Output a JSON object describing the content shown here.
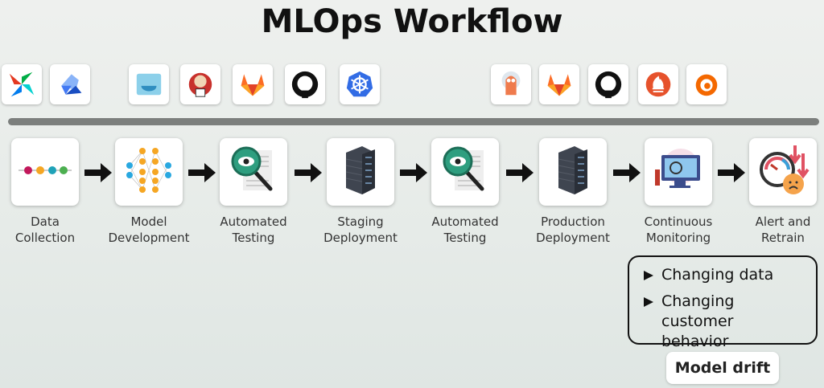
{
  "title": "MLOps Workflow",
  "tools_left": [
    "airflow-icon",
    "kubeflow-icon",
    "docker-icon",
    "jenkins-icon",
    "gitlab-icon",
    "github-icon",
    "kubernetes-icon"
  ],
  "tools_right": [
    "argo-icon",
    "gitlab-icon",
    "github-icon",
    "prometheus-icon",
    "grafana-icon"
  ],
  "steps": [
    {
      "line1": "Data",
      "line2": "Collection",
      "icon": "pipeline-icon"
    },
    {
      "line1": "Model",
      "line2": "Development",
      "icon": "neural-network-icon"
    },
    {
      "line1": "Automated",
      "line2": "Testing",
      "icon": "magnifier-icon"
    },
    {
      "line1": "Staging",
      "line2": "Deployment",
      "icon": "server-icon"
    },
    {
      "line1": "Automated",
      "line2": "Testing",
      "icon": "magnifier-icon"
    },
    {
      "line1": "Production",
      "line2": "Deployment",
      "icon": "server-icon"
    },
    {
      "line1": "Continuous",
      "line2": "Monitoring",
      "icon": "monitor-icon"
    },
    {
      "line1": "Alert and",
      "line2": "Retrain",
      "icon": "gauge-alert-icon"
    }
  ],
  "drift": {
    "items": [
      "Changing data",
      "Changing customer behavior"
    ],
    "label": "Model drift"
  }
}
